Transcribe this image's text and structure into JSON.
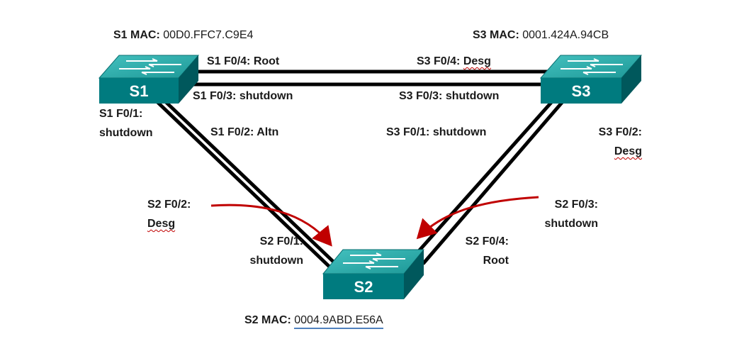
{
  "switches": {
    "s1": {
      "name": "S1",
      "mac_label": "S1 MAC:",
      "mac": "00D0.FFC7.C9E4"
    },
    "s2": {
      "name": "S2",
      "mac_label": "S2 MAC:",
      "mac": "0004.9ABD.E56A"
    },
    "s3": {
      "name": "S3",
      "mac_label": "S3 MAC:",
      "mac": "0001.424A.94CB"
    }
  },
  "ports": {
    "s1_f04": {
      "label": "S1 F0/4:",
      "state": "Root"
    },
    "s1_f03": {
      "label": "S1 F0/3:",
      "state": "shutdown"
    },
    "s1_f01": {
      "label": "S1 F0/1:",
      "state": "shutdown"
    },
    "s1_f02": {
      "label": "S1 F0/2:",
      "state": "Altn"
    },
    "s3_f04": {
      "label": "S3 F0/4:",
      "state": "Desg"
    },
    "s3_f03": {
      "label": "S3 F0/3:",
      "state": "shutdown"
    },
    "s3_f01": {
      "label": "S3 F0/1:",
      "state": "shutdown"
    },
    "s3_f02": {
      "label": "S3 F0/2:",
      "state": "Desg"
    },
    "s2_f02": {
      "label": "S2 F0/2:",
      "state": "Desg"
    },
    "s2_f01": {
      "label": "S2 F0/1:",
      "state": "shutdown"
    },
    "s2_f03": {
      "label": "S2 F0/3:",
      "state": "shutdown"
    },
    "s2_f04": {
      "label": "S2 F0/4:",
      "state": "Root"
    }
  },
  "colors": {
    "switch_front": "#007b7f",
    "switch_top": "#2aa7a6",
    "switch_side": "#00585c",
    "cable": "#000000",
    "arrow": "#c00000"
  }
}
